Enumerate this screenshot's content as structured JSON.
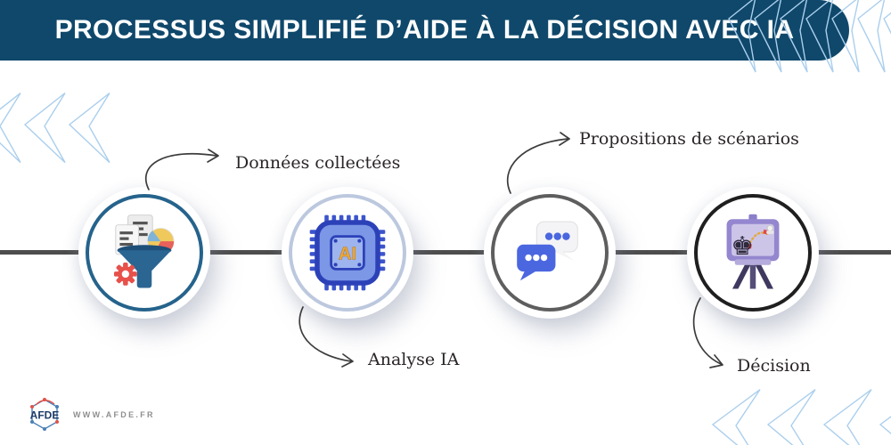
{
  "banner": {
    "title": "PROCESSUS SIMPLIFIÉ D’AIDE À LA DÉCISION AVEC IA",
    "bg_color": "#0F486B"
  },
  "steps": [
    {
      "label": "Données collectées",
      "icon": "data-collection-funnel-icon",
      "ring_color": "#25638C",
      "label_position": "top"
    },
    {
      "label": "Analyse IA",
      "icon": "ai-chip-icon",
      "ring_color": "#BCC8DE",
      "label_position": "bottom",
      "icon_text": "AI"
    },
    {
      "label": "Propositions de scénarios",
      "icon": "chat-bubbles-icon",
      "ring_color": "#5E5E5E",
      "label_position": "top"
    },
    {
      "label": "Décision",
      "icon": "strategy-board-icon",
      "ring_color": "#1F1F1F",
      "label_position": "bottom"
    }
  ],
  "footer": {
    "logo_text": "AFDE",
    "website": "WWW.AFDE.FR"
  },
  "colors": {
    "timeline": "#4D4D4D",
    "chevron_outline": "#ABCFED",
    "label_text": "#2A2526",
    "arrow": "#3C3C3C"
  }
}
